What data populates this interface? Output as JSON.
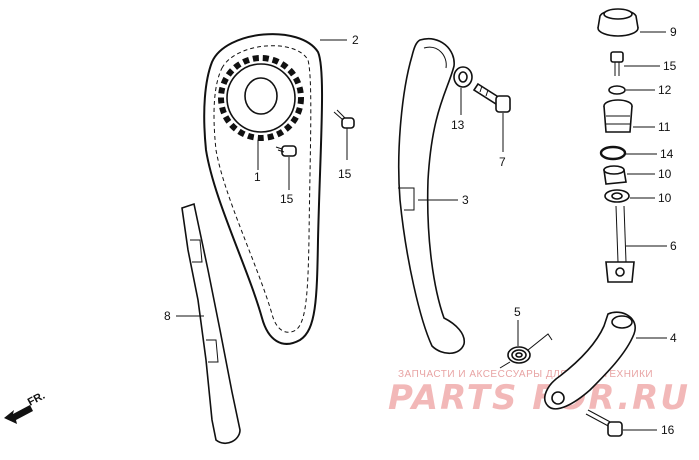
{
  "callouts": [
    "2",
    "1",
    "15",
    "15",
    "3",
    "13",
    "7",
    "9",
    "15",
    "12",
    "11",
    "14",
    "10",
    "10",
    "6",
    "8",
    "5",
    "4",
    "16"
  ],
  "front_marker": "FR.",
  "watermark": {
    "tagline": "ЗАПЧАСТИ И АКСЕССУАРЫ ДЛЯ МОТОТЕХНИКИ",
    "brand": "PARTS FOR.RU"
  }
}
